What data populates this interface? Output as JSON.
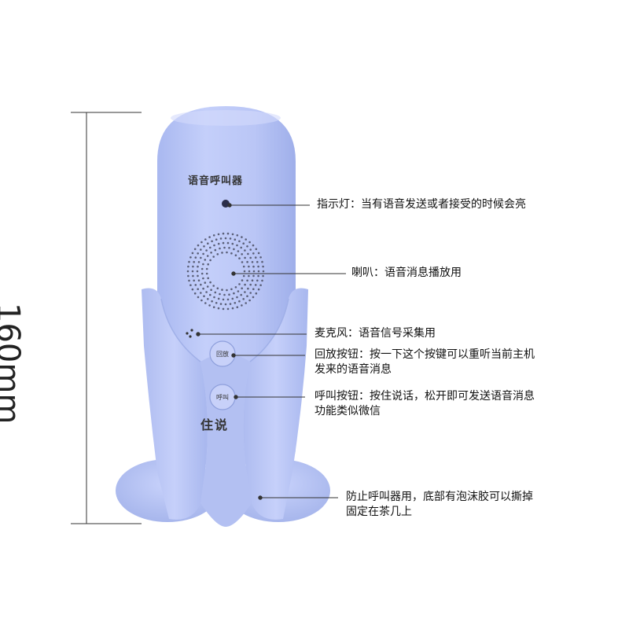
{
  "dimension": {
    "height_label": "160mm"
  },
  "device": {
    "title": "语音呼叫器",
    "replay_button_label": "回放",
    "call_button_label": "呼叫",
    "bottom_text": "住说"
  },
  "callouts": [
    {
      "id": "indicator",
      "lines": [
        "指示灯：当有语音发送或者接受的时候会亮"
      ]
    },
    {
      "id": "speaker",
      "lines": [
        "喇叭：语音消息播放用"
      ]
    },
    {
      "id": "microphone",
      "lines": [
        "麦克风：语音信号采集用"
      ]
    },
    {
      "id": "replay",
      "lines": [
        "回放按钮：按一下这个按键可以重听当前主机",
        "发来的语音消息"
      ]
    },
    {
      "id": "call",
      "lines": [
        "呼叫按钮：按住说话，松开即可发送语音消息",
        "功能类似微信"
      ]
    },
    {
      "id": "base",
      "lines": [
        "防止呼叫器用，底部有泡沫胶可以撕掉",
        "固定在茶几上"
      ]
    }
  ],
  "colors": {
    "device_body": "#b9c6f6",
    "device_shadow": "#9eaee8",
    "holder": "#bdc9f7",
    "holder_edge": "#a3b3ea",
    "line": "#333333"
  }
}
